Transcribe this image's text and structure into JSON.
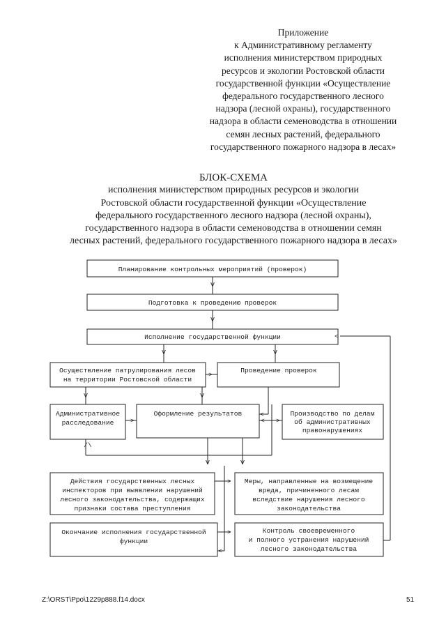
{
  "appendix": {
    "lines": [
      "Приложение",
      "к Административному регламенту",
      "исполнения министерством природных",
      "ресурсов и экологии Ростовской области",
      "государственной функции «Осуществление",
      "федерального государственного лесного",
      "надзора (лесной охраны), государственного",
      "надзора в области семеноводства в отношении",
      "семян лесных растений, федерального",
      "государственного пожарного надзора в лесах»"
    ]
  },
  "scheme": {
    "heading": "БЛОК-СХЕМА",
    "lines": [
      "исполнения министерством природных ресурсов и экологии",
      "Ростовской области государственной функции «Осуществление",
      "федерального государственного лесного надзора (лесной охраны),",
      "государственного надзора в области семеноводства в отношении семян",
      "лесных растений, федерального государственного пожарного надзора в лесах»"
    ]
  },
  "flow": {
    "planning": [
      "Планирование контрольных мероприятий (проверок)"
    ],
    "preparation": [
      "Подготовка к проведению проверок"
    ],
    "execution": [
      "Исполнение государственной функции"
    ],
    "patrol": [
      "Осуществление патрулирования лесов",
      "на территории Ростовской области"
    ],
    "inspections": [
      "Проведение проверок"
    ],
    "admin_investigation": [
      "Административное",
      "расследование"
    ],
    "results": [
      "Оформление результатов"
    ],
    "offense_cases": [
      "Производство по делам",
      "об административных",
      "правонарушениях"
    ],
    "inspector_actions": [
      "Действия государственных лесных",
      "инспекторов при выявлении нарушений",
      "лесного законодательства, содержащих",
      "признаки состава преступления"
    ],
    "damage_measures": [
      "Меры, направленные на возмещение",
      "вреда, причиненного лесам",
      "вследствие нарушения лесного",
      "законодательства"
    ],
    "completion": [
      "Окончание исполнения государственной",
      "функции"
    ],
    "control": [
      "Контроль своевременного",
      "и полного устранения нарушений",
      "лесного законодательства"
    ],
    "marks": {
      "down": "V",
      "right": ">",
      "left": "<",
      "up_slash": "/\\"
    }
  },
  "footer": {
    "path": "Z:\\ORST\\Ppo\\1229p888.f14.docx",
    "page": "51"
  }
}
